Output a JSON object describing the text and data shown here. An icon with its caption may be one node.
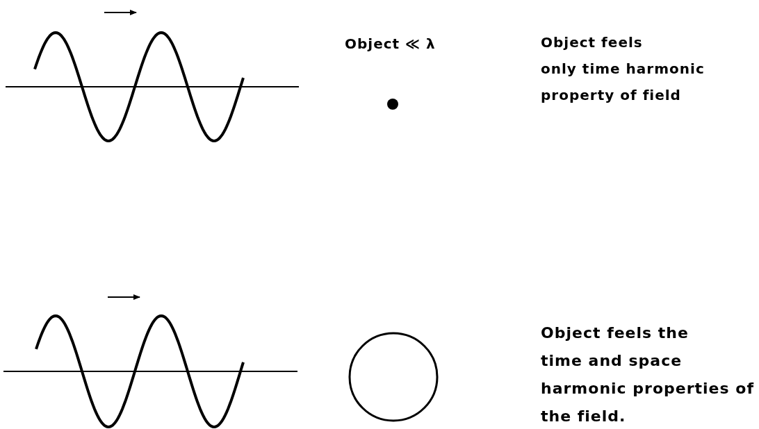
{
  "diagram": {
    "nodes": [
      {
        "text": [],
        "shape": "circle"
      },
      {
        "text": [],
        "shape": "circle"
      }
    ],
    "labels": [
      "Object ≪ λ",
      "Object feels only time harmonic property of field",
      "Object feels the time and space harmonic properties of the field."
    ]
  }
}
